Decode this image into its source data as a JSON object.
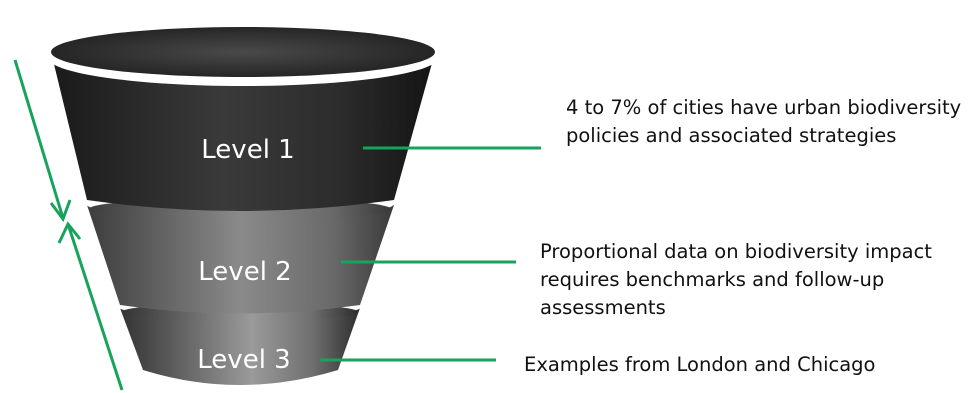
{
  "levels": [
    {
      "label": "Level 1",
      "description": "4 to 7% of cities have urban biodiversity policies and associated strategies"
    },
    {
      "label": "Level 2",
      "description": "Proportional data on biodiversity impact requires benchmarks and follow-up assessments"
    },
    {
      "label": "Level 3",
      "description": "Examples from London and Chicago"
    }
  ],
  "colors": {
    "connector": "#17a35c",
    "level1": "#2a2a2a",
    "level2": "#6f6f6f",
    "level3": "#5c5c5c",
    "label_text": "#ffffff",
    "description_text": "#111111"
  },
  "icons": {
    "arrow_down": "arrow-down-icon",
    "arrow_up": "arrow-up-icon"
  }
}
